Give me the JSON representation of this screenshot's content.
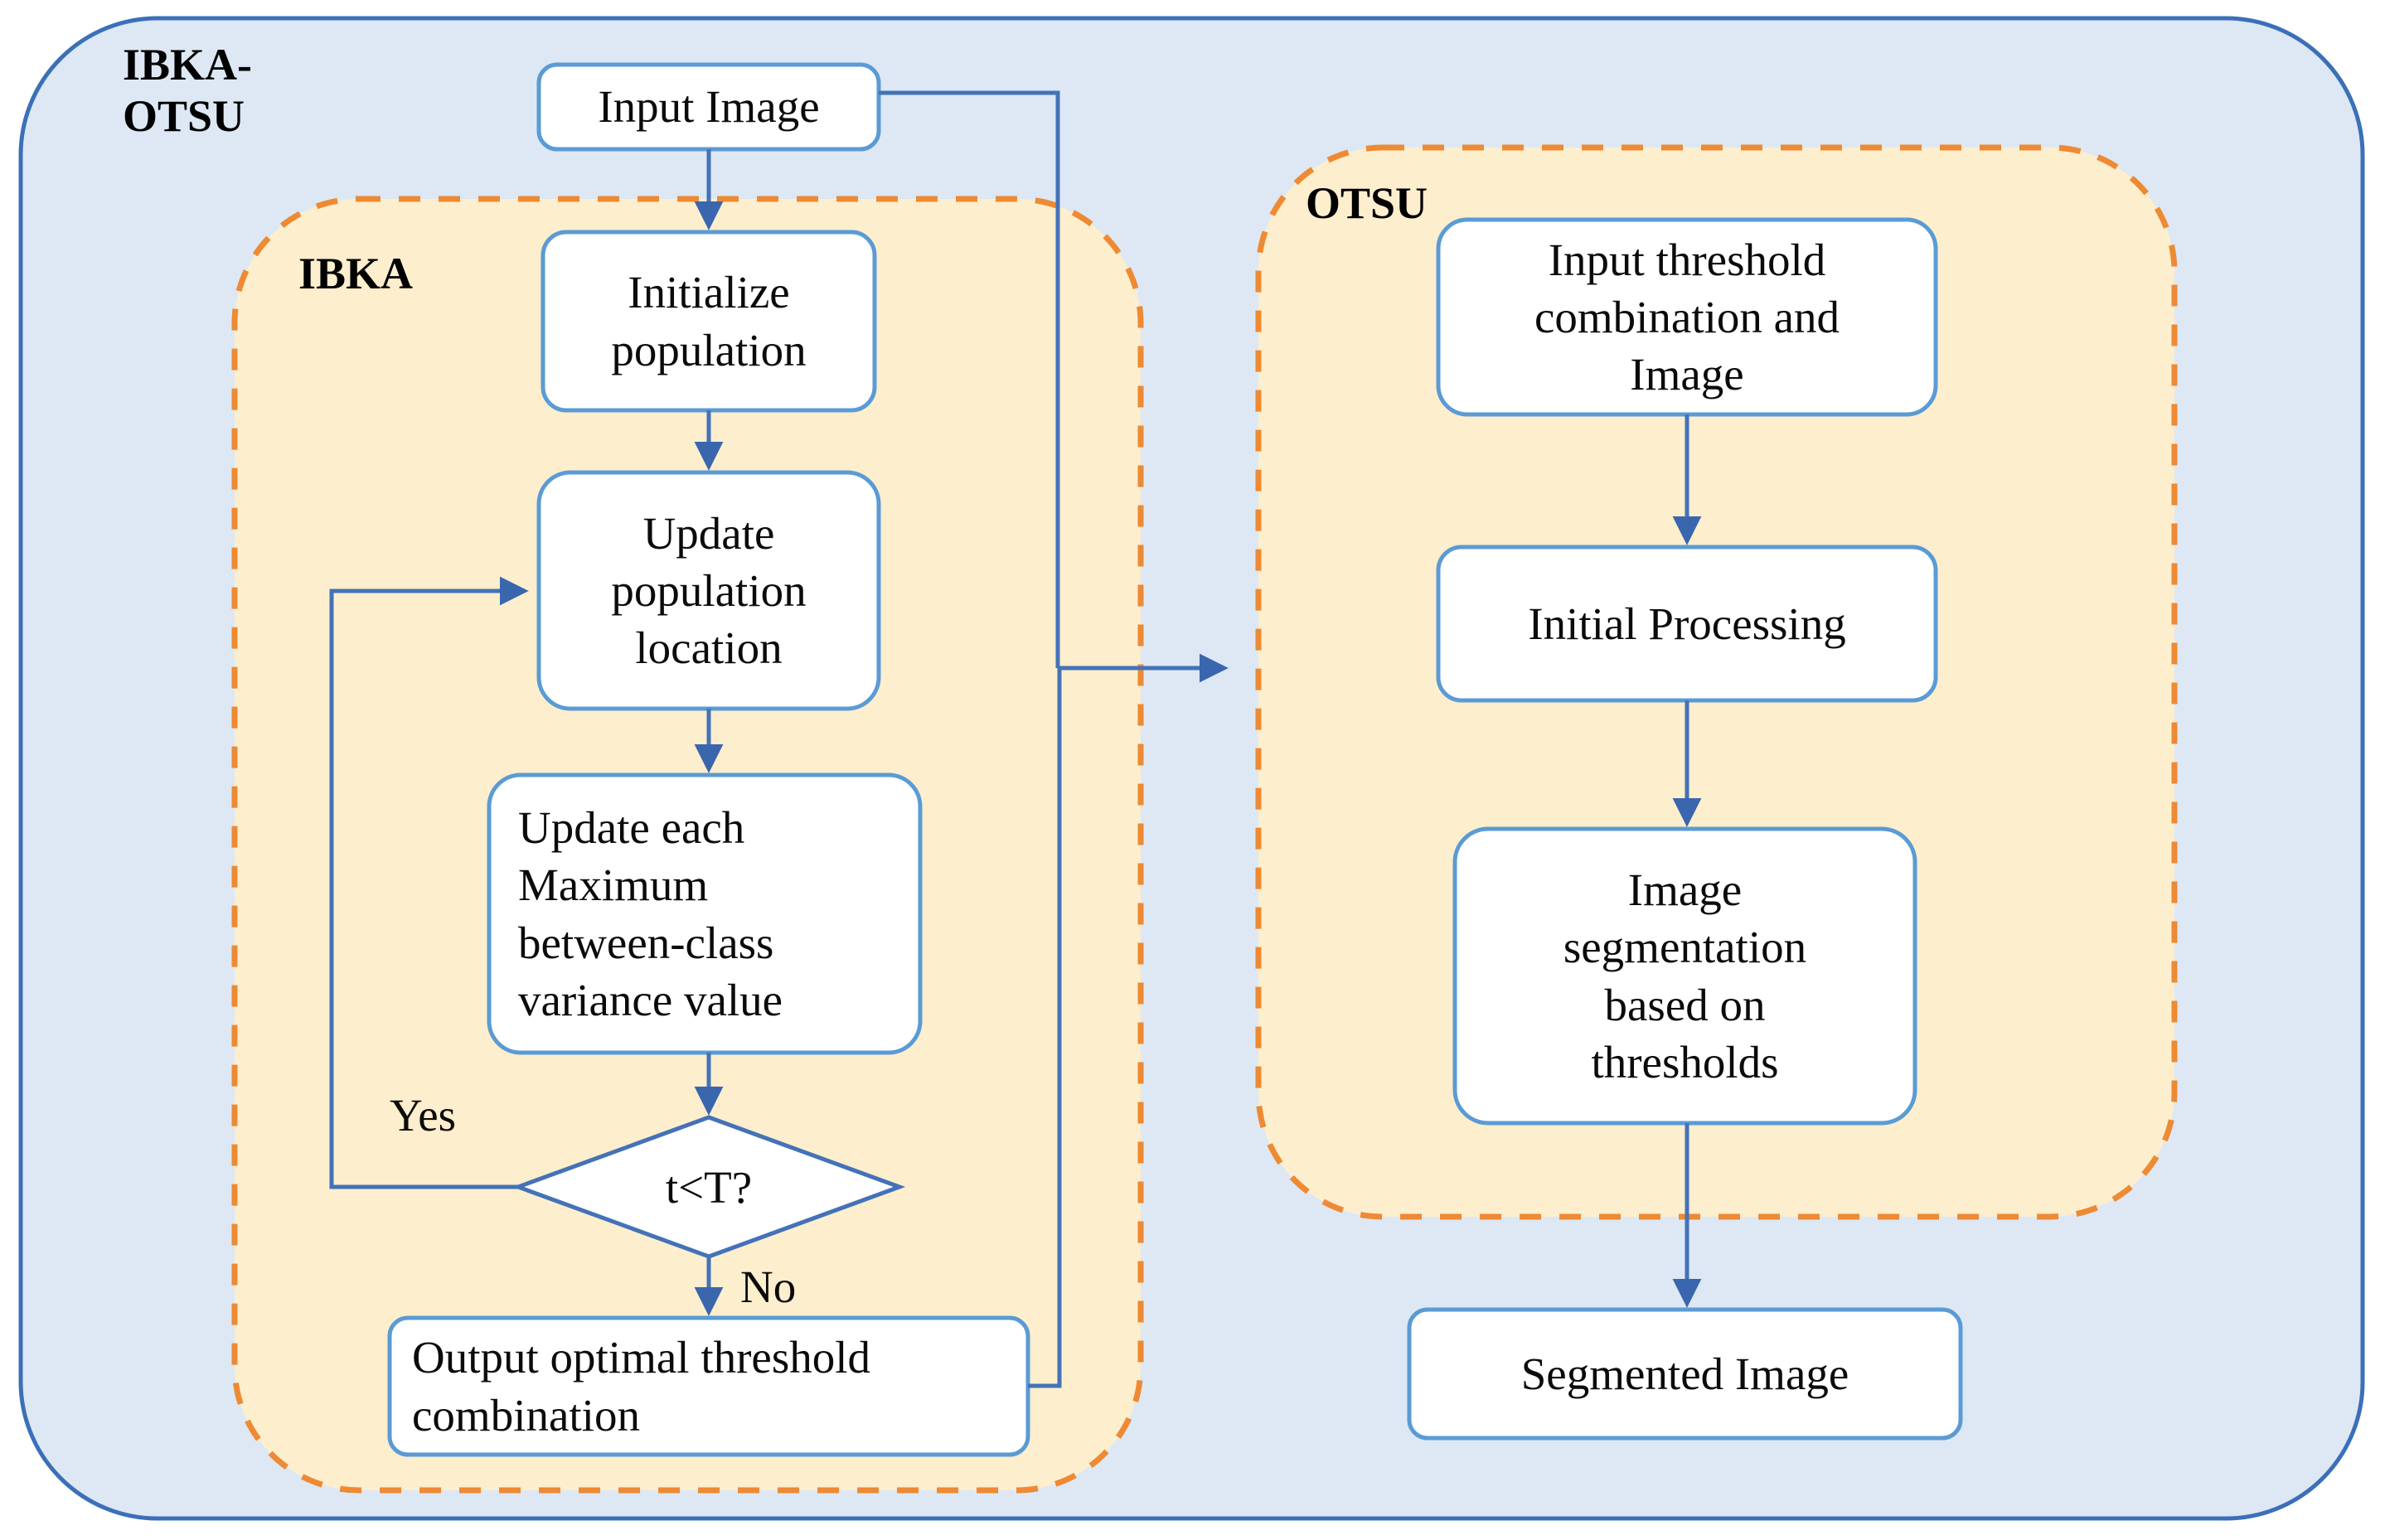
{
  "diagram": {
    "title": "IBKA-OTSU image segmentation flowchart",
    "colors": {
      "outer_fill": "#dde8f4",
      "outer_stroke": "#3b70b8",
      "group_fill": "#fdeecd",
      "group_stroke": "#ed8a33",
      "node_fill": "#ffffff",
      "node_stroke": "#5b9bd5",
      "connector": "#4472b8",
      "text": "#0b0b0b"
    },
    "groups": {
      "outer": {
        "label": "IBKA-\nOTSU"
      },
      "ibka": {
        "label": "IBKA"
      },
      "otsu": {
        "label": "OTSU"
      }
    },
    "nodes": {
      "input_image": {
        "label": "Input Image"
      },
      "initialize_population": {
        "label": "Initialize\npopulation"
      },
      "update_population_location": {
        "label": "Update\npopulation\nlocation"
      },
      "update_variance": {
        "label": "Update each\nMaximum\nbetween-class\nvariance value"
      },
      "decision": {
        "label": "t<T?"
      },
      "output_threshold": {
        "label": "Output optimal threshold\ncombination"
      },
      "input_threshold_image": {
        "label": "Input threshold\ncombination and\nImage"
      },
      "initial_processing": {
        "label": "Initial Processing"
      },
      "image_segmentation": {
        "label": "Image\nsegmentation\nbased on\nthresholds"
      },
      "segmented_image": {
        "label": "Segmented Image"
      }
    },
    "edge_labels": {
      "yes": "Yes",
      "no": "No"
    }
  }
}
